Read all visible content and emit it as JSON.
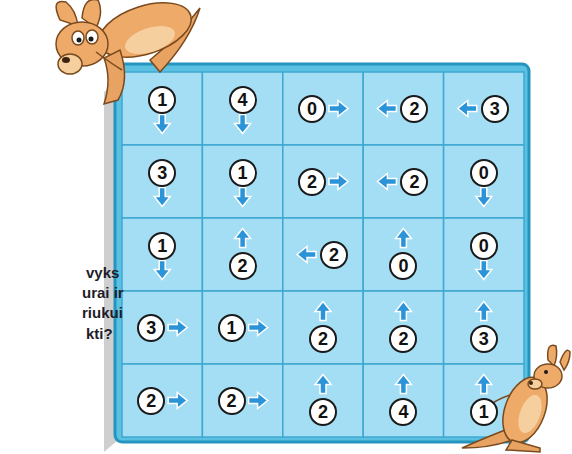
{
  "diagram": {
    "nodes": [
      {
        "text": [
          "1"
        ]
      },
      {
        "text": [
          "4"
        ]
      },
      {
        "text": [
          "0"
        ]
      },
      {
        "text": [
          "2"
        ]
      },
      {
        "text": [
          "3"
        ]
      },
      {
        "text": [
          "3"
        ]
      },
      {
        "text": [
          "1"
        ]
      },
      {
        "text": [
          "2"
        ]
      },
      {
        "text": [
          "2"
        ]
      },
      {
        "text": [
          "0"
        ]
      },
      {
        "text": [
          "1"
        ]
      },
      {
        "text": [
          "2"
        ]
      },
      {
        "text": [
          "2"
        ]
      },
      {
        "text": [
          "0"
        ]
      },
      {
        "text": [
          "0"
        ]
      },
      {
        "text": [
          "3"
        ]
      },
      {
        "text": [
          "1"
        ]
      },
      {
        "text": [
          "2"
        ]
      },
      {
        "text": [
          "2"
        ]
      },
      {
        "text": [
          "3"
        ]
      },
      {
        "text": [
          "2"
        ]
      },
      {
        "text": [
          "2"
        ]
      },
      {
        "text": [
          "2"
        ]
      },
      {
        "text": [
          "4"
        ]
      },
      {
        "text": [
          "1"
        ]
      }
    ],
    "labels": [
      "vyks",
      "urai ir",
      "riukui",
      "kti?"
    ]
  }
}
